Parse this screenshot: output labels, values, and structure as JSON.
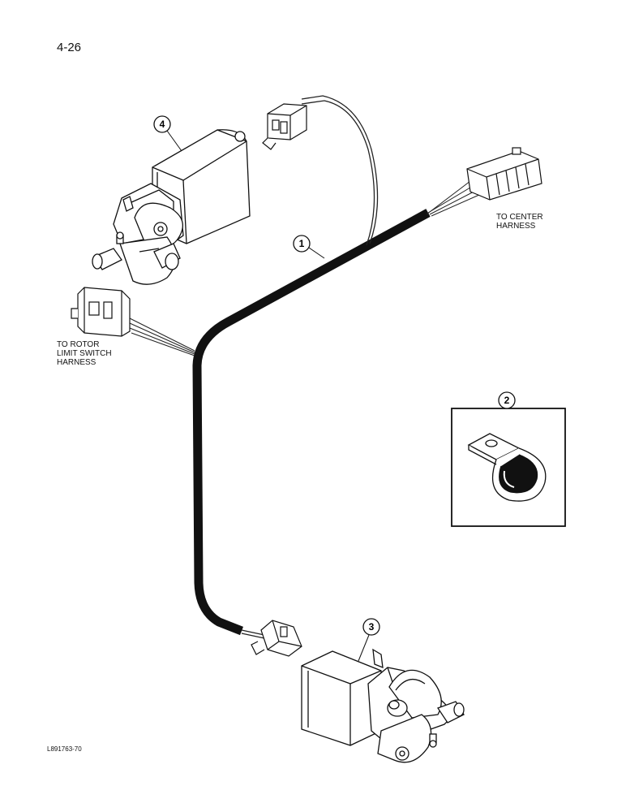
{
  "page_number": "4-26",
  "labels": {
    "to_center_harness": [
      "TO CENTER",
      "HARNESS"
    ],
    "to_rotor_harness": [
      "TO ROTOR",
      "LIMIT SWITCH",
      "HARNESS"
    ]
  },
  "callouts": [
    "1",
    "2",
    "3",
    "4"
  ],
  "figure_code": "L891763-70",
  "parts": [
    "wiring-harness",
    "harness-clamp",
    "actuator-motor-lower",
    "actuator-motor-upper"
  ]
}
